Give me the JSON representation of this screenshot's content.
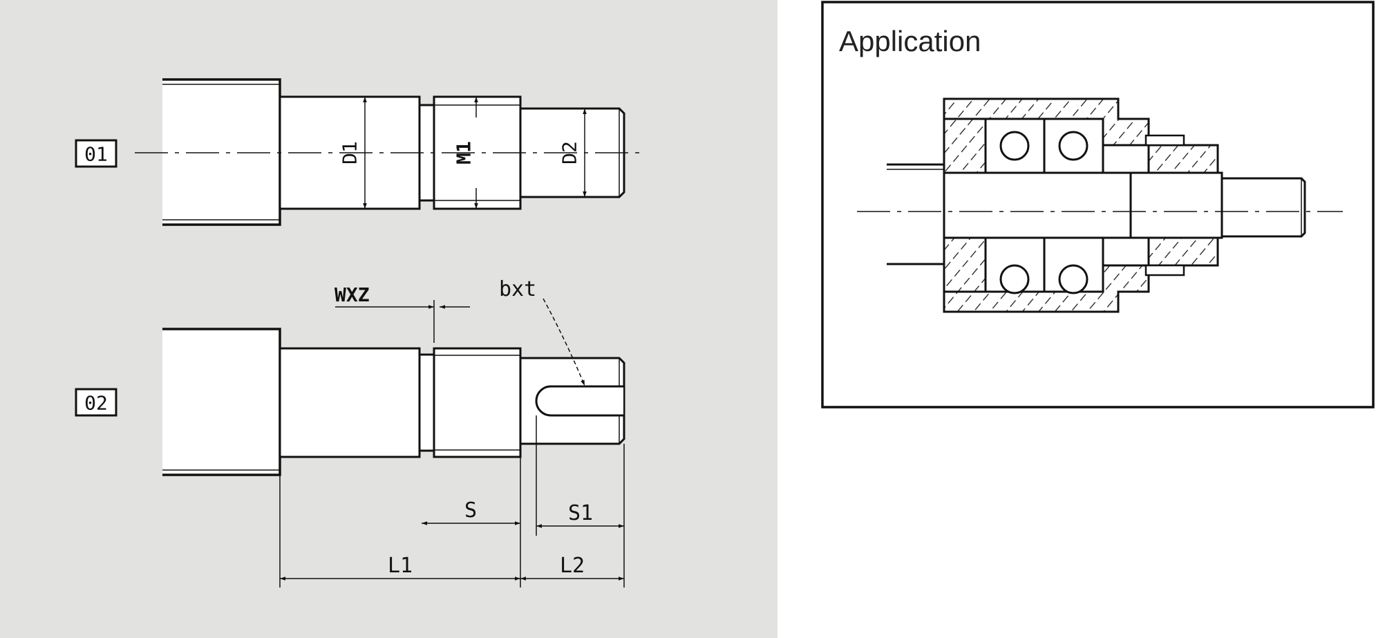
{
  "colors": {
    "panel_bg": "#e2e2e0",
    "line": "#111111"
  },
  "variants": {
    "v1": "01",
    "v2": "02"
  },
  "labels": {
    "D1": "D1",
    "M1": "M1",
    "D2": "D2",
    "WXZ": "WXZ",
    "bxt": "bxt",
    "S": "S",
    "S1": "S1",
    "L1": "L1",
    "L2": "L2"
  },
  "application": {
    "title": "Application"
  }
}
